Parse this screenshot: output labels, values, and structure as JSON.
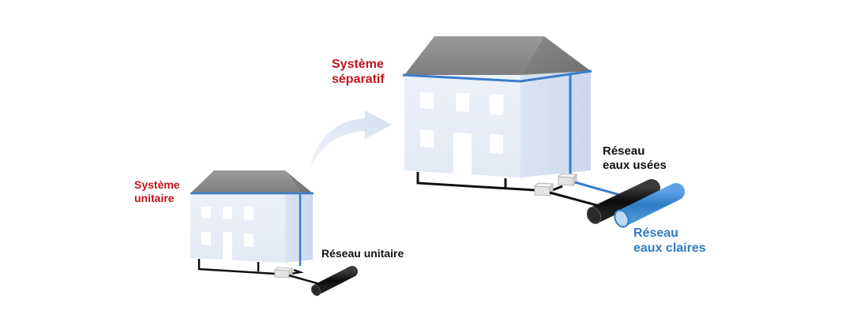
{
  "labels": {
    "small_house_line1": "Système",
    "small_house_line2": "unitaire",
    "big_house_line1": "Système",
    "big_house_line2": "séparatif",
    "combined_network": "Réseau unitaire",
    "wastewater_line1": "Réseau",
    "wastewater_line2": "eaux usées",
    "clearwater_line1": "Réseau",
    "clearwater_line2": "eaux claires"
  },
  "colors": {
    "label_red": "#c0141c",
    "label_blue": "#2f7cc4",
    "label_black": "#111111",
    "house_front": "#e9eef8",
    "house_side": "#d3def3",
    "roof": "#878787",
    "gutter_blue": "#3a7dc9",
    "pipe_black": "#111111",
    "pipe_blue": "#3a86d1",
    "arrow": "#dde6f3"
  },
  "icons": [
    "transition-arrow-icon",
    "drain-box-icon",
    "sewer-pipe-icon"
  ]
}
